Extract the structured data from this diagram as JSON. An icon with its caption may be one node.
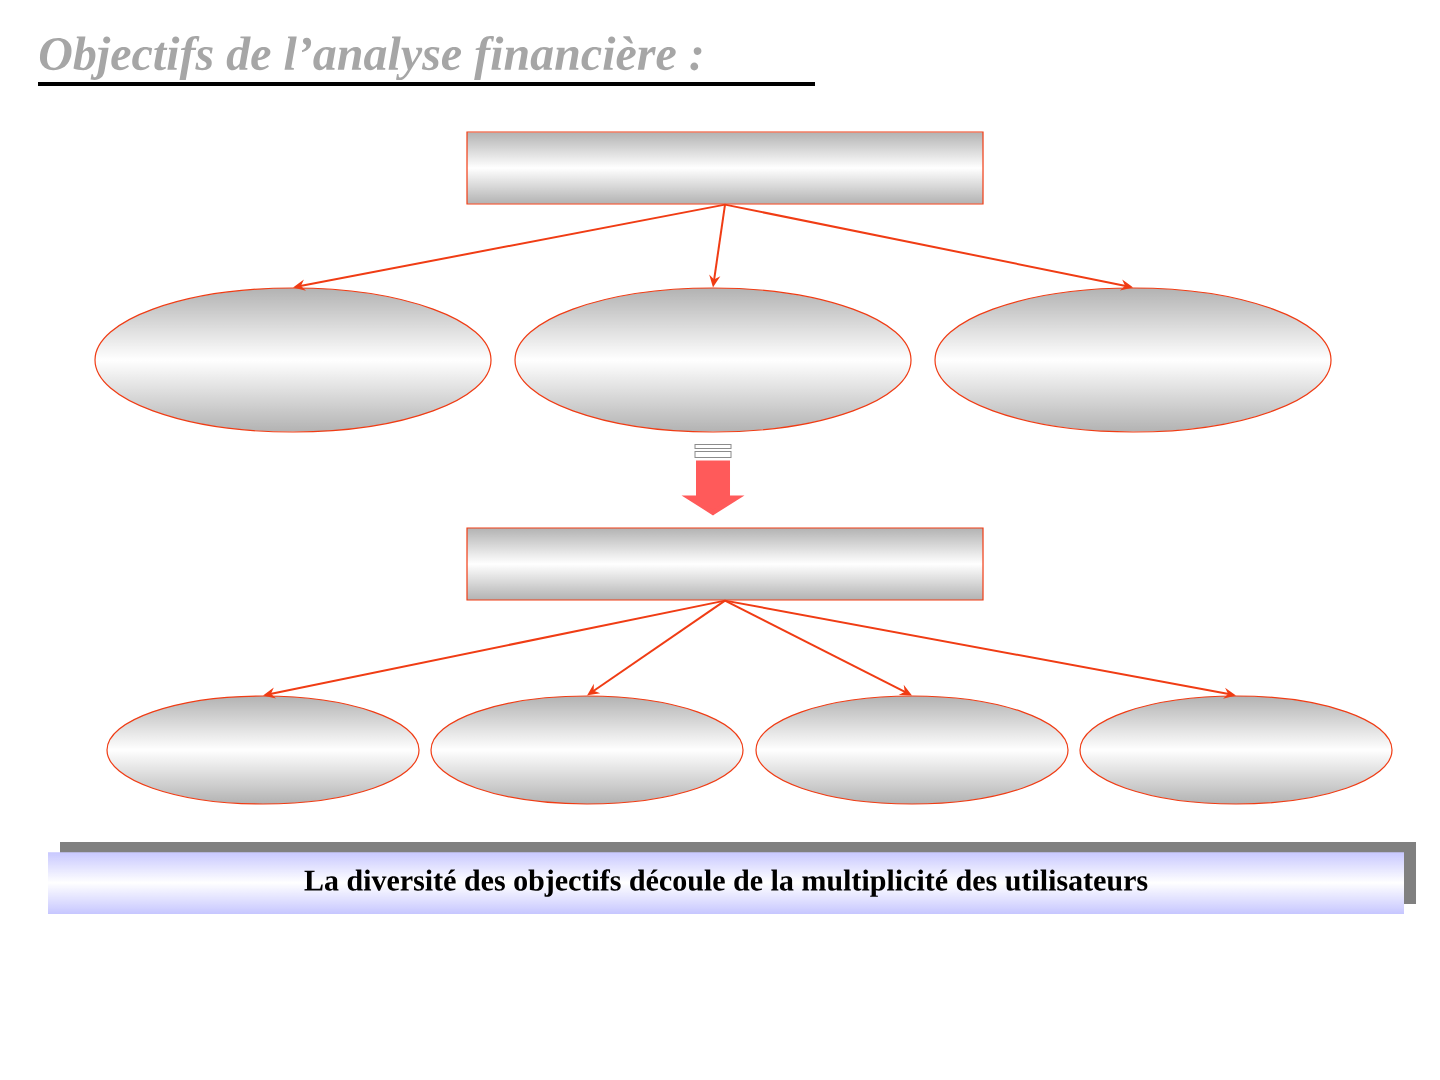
{
  "diagram": {
    "title": "Objectifs de l’analyse financière :",
    "nodes": [
      {
        "text": [],
        "shape": "box"
      },
      {
        "text": [],
        "shape": "ellipse"
      },
      {
        "text": [],
        "shape": "ellipse"
      },
      {
        "text": [],
        "shape": "ellipse"
      },
      {
        "text": [],
        "shape": "box"
      },
      {
        "text": [],
        "shape": "ellipse"
      },
      {
        "text": [],
        "shape": "ellipse"
      },
      {
        "text": [],
        "shape": "ellipse"
      },
      {
        "text": [],
        "shape": "ellipse"
      },
      {
        "text": [
          "La diversité des objectifs découle de la multiplicité des utilisateurs"
        ]
      }
    ],
    "edges": [
      {
        "from": 0,
        "to": 1,
        "arrow": "to"
      },
      {
        "from": 0,
        "to": 2,
        "arrow": "to"
      },
      {
        "from": 0,
        "to": 3,
        "arrow": "to"
      },
      {
        "from": 2,
        "to": 4,
        "arrow": "to",
        "style": "thick",
        "color": "#ff5a5a"
      },
      {
        "from": 4,
        "to": 5,
        "arrow": "to"
      },
      {
        "from": 4,
        "to": 6,
        "arrow": "to"
      },
      {
        "from": 4,
        "to": 7,
        "arrow": "to"
      },
      {
        "from": 4,
        "to": 8,
        "arrow": "to"
      }
    ]
  }
}
